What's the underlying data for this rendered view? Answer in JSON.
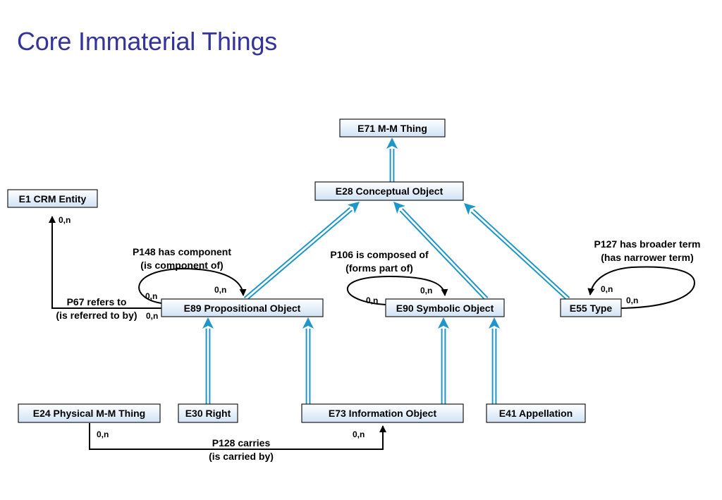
{
  "title": "Core Immaterial Things",
  "colors": {
    "title": "#33339a",
    "box_fill_top": "#ffffff",
    "box_fill_bottom": "#cfe2f5",
    "inheritance_arrow": "#1e96c8",
    "property_arrow": "#000000"
  },
  "nodes": {
    "e71": "E71 M-M Thing",
    "e28": "E28 Conceptual Object",
    "e1": "E1 CRM Entity",
    "e89": "E89 Propositional Object",
    "e90": "E90 Symbolic Object",
    "e55": "E55 Type",
    "e24": "E24 Physical M-M Thing",
    "e30": "E30 Right",
    "e73": "E73 Information Object",
    "e41": "E41 Appellation"
  },
  "properties": {
    "p148": {
      "line1": "P148 has component",
      "line2": "(is component of)"
    },
    "p106": {
      "line1": "P106 is composed of",
      "line2": "(forms part of)"
    },
    "p127": {
      "line1": "P127 has broader term",
      "line2": "(has narrower term)"
    },
    "p67": {
      "line1": "P67 refers to",
      "line2": "(is referred to by)"
    },
    "p128": {
      "line1": "P128 carries",
      "line2": "(is carried by)"
    }
  },
  "cardinality": "0,n"
}
